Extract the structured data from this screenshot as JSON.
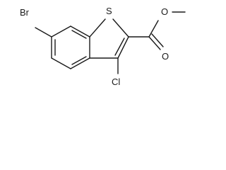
{
  "molecule": {
    "atoms": {
      "bromine": "Br",
      "sulfur": "S",
      "chlorine": "Cl",
      "ester_oxygen": "O",
      "carbonyl_oxygen": "O"
    }
  }
}
